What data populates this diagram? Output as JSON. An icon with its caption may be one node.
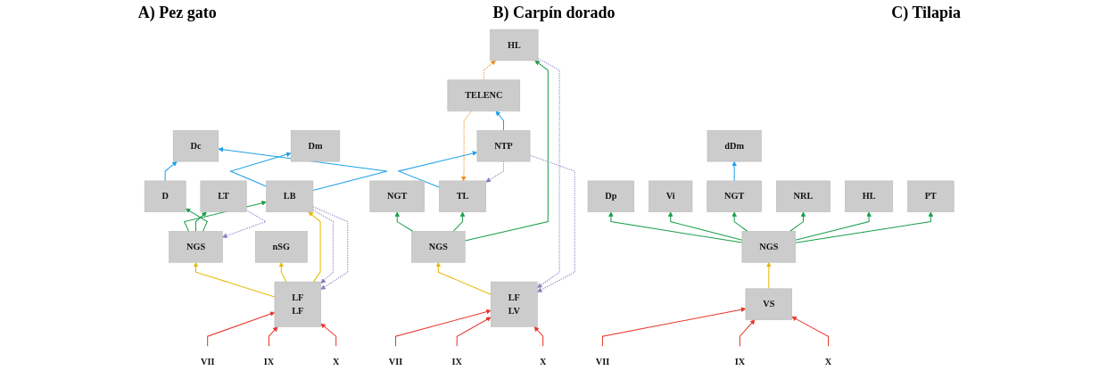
{
  "diagram": {
    "nodes": [
      {
        "text": [
          "Dm"
        ]
      },
      {
        "text": [
          "Dc"
        ]
      },
      {
        "text": [
          "nSG"
        ]
      },
      {
        "text": [
          "LB"
        ]
      },
      {
        "text": [
          "LT"
        ]
      },
      {
        "text": [
          "D"
        ]
      },
      {
        "text": [
          "NGS"
        ]
      },
      {
        "text": [
          "VII"
        ]
      },
      {
        "text": [
          "IX"
        ]
      },
      {
        "text": [
          "X"
        ]
      },
      {
        "text": [
          "LF",
          "LF"
        ]
      },
      {
        "text": [
          "TELENC"
        ]
      },
      {
        "text": [
          "NTP"
        ]
      },
      {
        "text": [
          "NGT"
        ]
      },
      {
        "text": [
          "TL"
        ]
      },
      {
        "text": [
          "HL"
        ]
      },
      {
        "text": [
          "NGS"
        ]
      },
      {
        "text": [
          "VII"
        ]
      },
      {
        "text": [
          "IX"
        ]
      },
      {
        "text": [
          "X"
        ]
      },
      {
        "text": [
          "LF",
          "LV"
        ]
      },
      {
        "text": [
          "Dp"
        ]
      },
      {
        "text": [
          "dDm"
        ]
      },
      {
        "text": [
          "Vi"
        ]
      },
      {
        "text": [
          "PT"
        ]
      },
      {
        "text": [
          "NGT"
        ]
      },
      {
        "text": [
          "NRL"
        ]
      },
      {
        "text": [
          "HL"
        ]
      },
      {
        "text": [
          "NGS"
        ]
      },
      {
        "text": [
          "VII"
        ]
      },
      {
        "text": [
          "IX"
        ]
      },
      {
        "text": [
          "X"
        ]
      },
      {
        "text": [
          "VS"
        ]
      }
    ],
    "edges": [
      {
        "from": 3,
        "to": 0,
        "arrow": "to",
        "color": "#1ea0e6"
      },
      {
        "from": 3,
        "to": 1,
        "arrow": "to",
        "color": "#1ea0e6"
      },
      {
        "from": 5,
        "to": 1,
        "arrow": "to",
        "color": "#1ea0e6"
      },
      {
        "from": 6,
        "to": 3,
        "arrow": "to",
        "color": "#1a9e4a"
      },
      {
        "from": 6,
        "to": 4,
        "arrow": "to",
        "color": "#1a9e4a"
      },
      {
        "from": 6,
        "to": 5,
        "arrow": "to",
        "color": "#1a9e4a"
      },
      {
        "from": 10,
        "to": 6,
        "arrow": "to",
        "color": "#e6b800"
      },
      {
        "from": 10,
        "to": 2,
        "arrow": "to",
        "color": "#e6b800"
      },
      {
        "from": 10,
        "to": 3,
        "arrow": "to",
        "color": "#e6b800"
      },
      {
        "from": 4,
        "to": 6,
        "arrow": "to",
        "style": "dashed",
        "color": "#8a7fc0"
      },
      {
        "from": 3,
        "to": 10,
        "arrow": "to",
        "style": "dashed",
        "color": "#8a7fc0"
      },
      {
        "from": 3,
        "to": 10,
        "arrow": "to",
        "style": "dashed",
        "color": "#8a7fc0"
      },
      {
        "from": 7,
        "to": 10,
        "arrow": "to",
        "color": "#e8362a"
      },
      {
        "from": 8,
        "to": 10,
        "arrow": "to",
        "color": "#e8362a"
      },
      {
        "from": 9,
        "to": 10,
        "arrow": "to",
        "color": "#e8362a"
      },
      {
        "from": 12,
        "to": 11,
        "arrow": "to",
        "color": "#1ea0e6"
      },
      {
        "from": 14,
        "to": 12,
        "arrow": "to",
        "color": "#1ea0e6"
      },
      {
        "from": 12,
        "to": 14,
        "arrow": "to",
        "style": "dashed",
        "color": "#8a7fc0"
      },
      {
        "from": 11,
        "to": 14,
        "arrow": "to",
        "style": "dashed",
        "color": "#f28a1e"
      },
      {
        "from": 11,
        "to": 15,
        "arrow": "to",
        "style": "dashed",
        "color": "#f28a1e"
      },
      {
        "from": 16,
        "to": 13,
        "arrow": "to",
        "color": "#1a9e4a"
      },
      {
        "from": 16,
        "to": 14,
        "arrow": "to",
        "color": "#1a9e4a"
      },
      {
        "from": 16,
        "to": 15,
        "arrow": "to",
        "color": "#1a9e4a"
      },
      {
        "from": 20,
        "to": 16,
        "arrow": "to",
        "color": "#e6b800"
      },
      {
        "from": 12,
        "to": 20,
        "arrow": "to",
        "style": "dashed",
        "color": "#8a7fc0"
      },
      {
        "from": 15,
        "to": 20,
        "arrow": "to",
        "style": "dashed",
        "color": "#8a7fc0"
      },
      {
        "from": 17,
        "to": 20,
        "arrow": "to",
        "color": "#e8362a"
      },
      {
        "from": 18,
        "to": 20,
        "arrow": "to",
        "color": "#e8362a"
      },
      {
        "from": 19,
        "to": 20,
        "arrow": "to",
        "color": "#e8362a"
      },
      {
        "from": 28,
        "to": 21,
        "arrow": "to",
        "color": "#1a9e4a"
      },
      {
        "from": 28,
        "to": 23,
        "arrow": "to",
        "color": "#1a9e4a"
      },
      {
        "from": 28,
        "to": 25,
        "arrow": "to",
        "color": "#1a9e4a"
      },
      {
        "from": 28,
        "to": 26,
        "arrow": "to",
        "color": "#1a9e4a"
      },
      {
        "from": 28,
        "to": 27,
        "arrow": "to",
        "color": "#1a9e4a"
      },
      {
        "from": 28,
        "to": 24,
        "arrow": "to",
        "color": "#1a9e4a"
      },
      {
        "from": 25,
        "to": 22,
        "arrow": "to",
        "color": "#1ea0e6"
      },
      {
        "from": 32,
        "to": 28,
        "arrow": "to",
        "color": "#e6b800"
      },
      {
        "from": 29,
        "to": 32,
        "arrow": "to",
        "color": "#e8362a"
      },
      {
        "from": 30,
        "to": 32,
        "arrow": "to",
        "color": "#e8362a"
      },
      {
        "from": 31,
        "to": 32,
        "arrow": "to",
        "color": "#e8362a"
      }
    ],
    "labels": [
      "A) Pez gato",
      "B) Carpín dorado",
      "C) Tilapia"
    ]
  }
}
